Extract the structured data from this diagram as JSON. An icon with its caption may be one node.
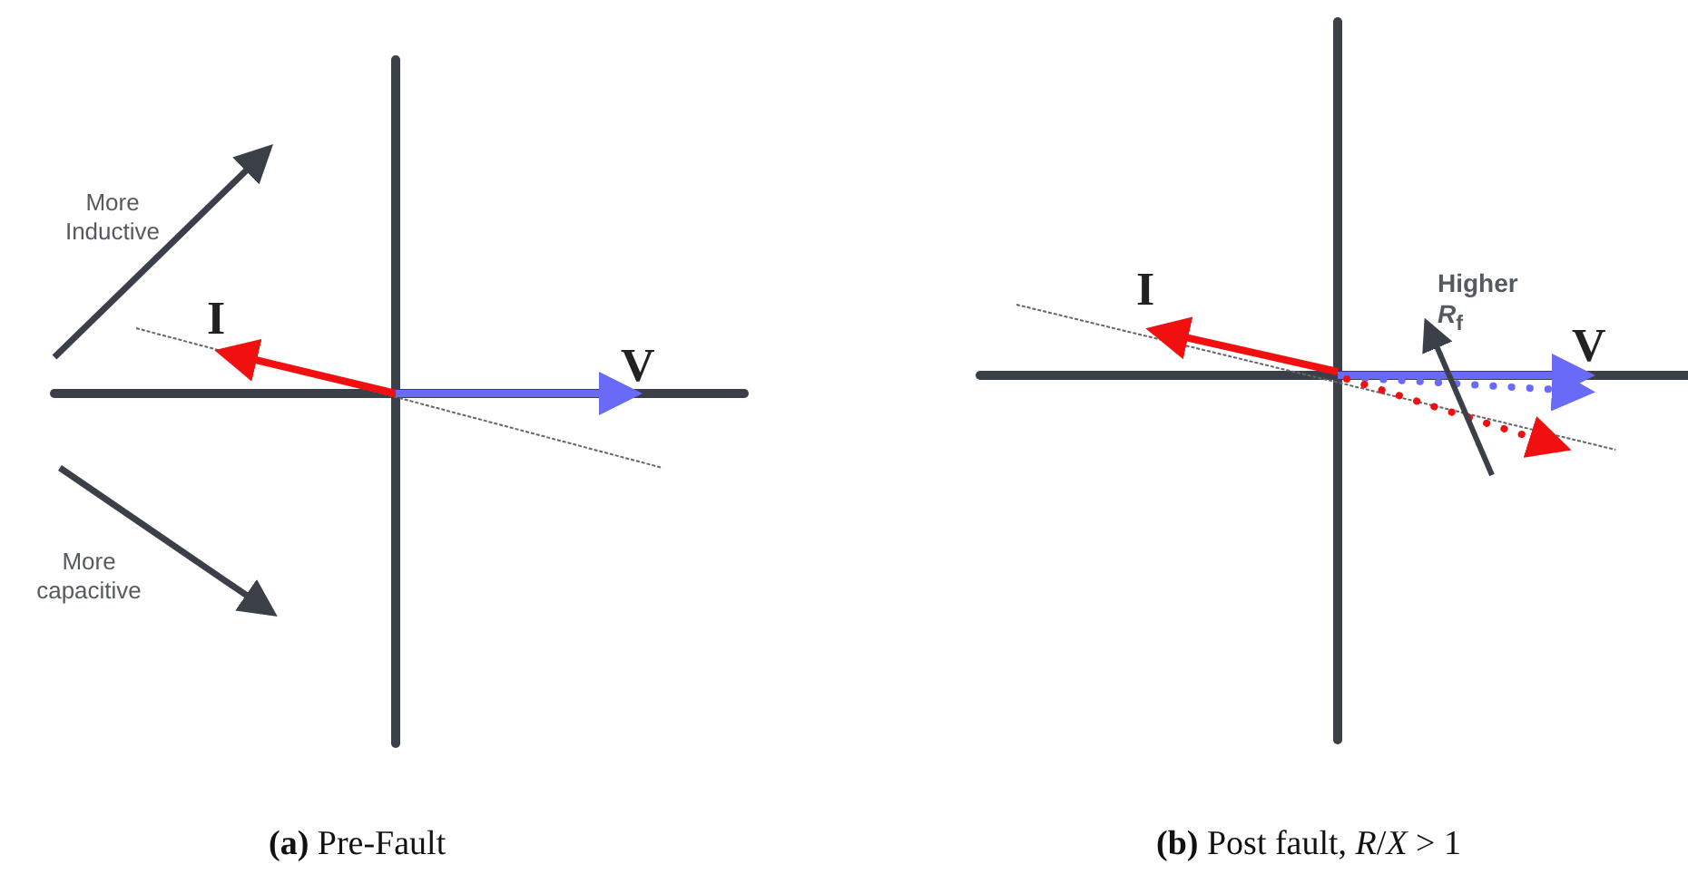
{
  "diagram": {
    "labels": [
      "More Inductive",
      "More capacitive",
      "I",
      "V",
      "**(a)** Pre-Fault",
      "I",
      "Higher *R*$_{f}$",
      "V",
      "**(b)** Post fault, *R*/*X* > 1"
    ]
  }
}
